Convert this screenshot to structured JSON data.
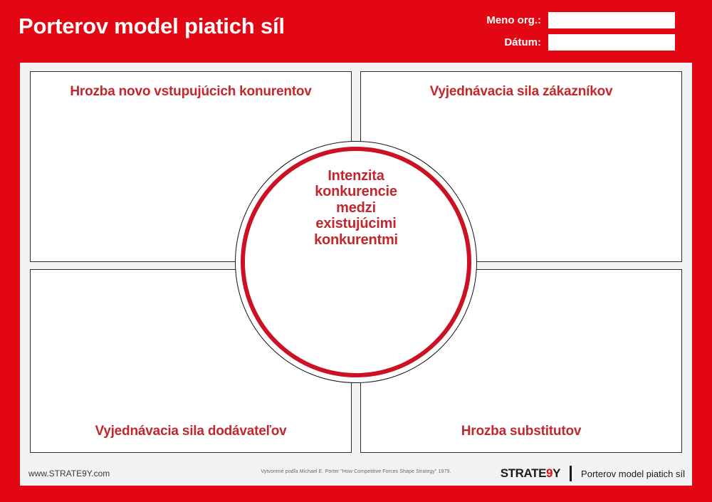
{
  "header": {
    "title": "Porterov model piatich síl",
    "fields": [
      {
        "label": "Meno org.:",
        "value": "",
        "placeholder": ""
      },
      {
        "label": "Dátum:",
        "value": "",
        "placeholder": ""
      }
    ]
  },
  "diagram": {
    "quadrants": [
      {
        "id": "top-left",
        "label": "Hrozba novo vstupujúcich konurentov",
        "content": ""
      },
      {
        "id": "top-right",
        "label": "Vyjednávacia sila zákazníkov",
        "content": ""
      },
      {
        "id": "bottom-left",
        "label": "Vyjednávacia sila dodávateľov",
        "content": ""
      },
      {
        "id": "bottom-right",
        "label": "Hrozba substitutov",
        "content": ""
      }
    ],
    "center": {
      "lines": [
        "Intenzita",
        "konkurencie",
        "medzi",
        "existujúcimi",
        "konkurentmi"
      ]
    }
  },
  "footer": {
    "url": "www.STRATE9Y.com",
    "credit": "Vytvorené podľa Michael E. Porter \"How Competitive Forces Shape Strategy\" 1979.",
    "brand_prefix": "STRATE",
    "brand_nine": "9",
    "brand_suffix": "Y",
    "caption": "Porterov model piatich síl"
  },
  "colors": {
    "brand_red": "#E30613",
    "text_red": "#C1272D",
    "circle_red": "#CC1122",
    "panel_bg": "#f2f2f2",
    "box_border": "#2b2b2b"
  }
}
